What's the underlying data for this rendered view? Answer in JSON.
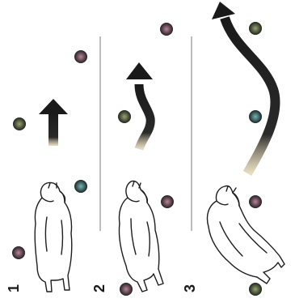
{
  "panels": [
    {
      "number": "1",
      "arrow": "straight-up-arrow"
    },
    {
      "number": "2",
      "arrow": "slight-curve-arrow"
    },
    {
      "number": "3",
      "arrow": "long-s-curve-arrow"
    }
  ],
  "colors": {
    "arrow": "#222222",
    "arrow_fade": "#c8b27a",
    "dot_outer": "#2f2a2a",
    "dot_inner_plum": "#8e6a78",
    "dot_inner_teal": "#5a8a8a",
    "divider": "#b8b8b8",
    "outline": "#1e1e1e"
  }
}
